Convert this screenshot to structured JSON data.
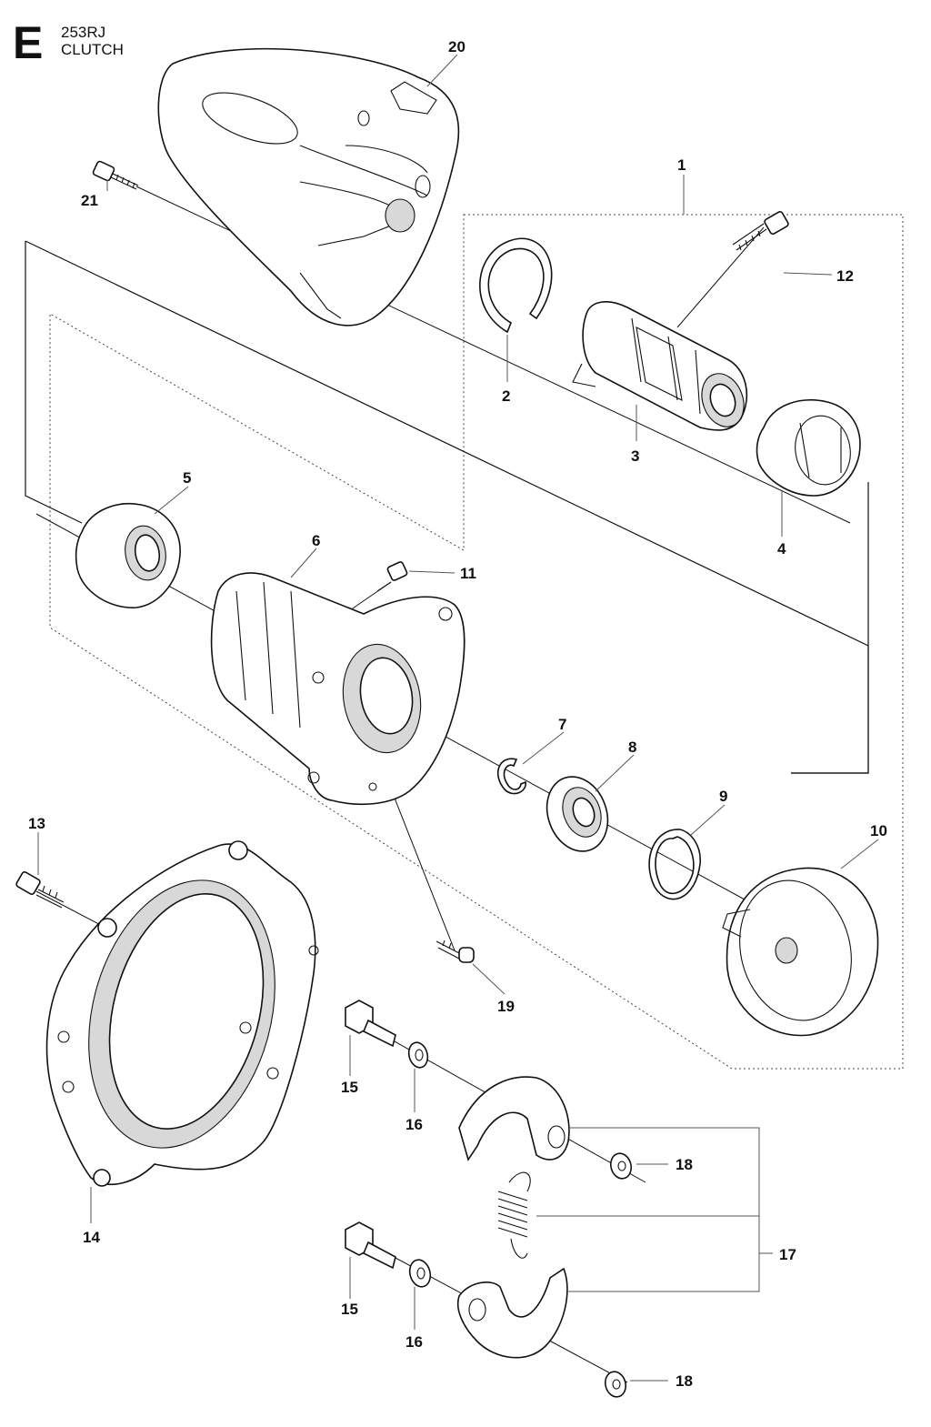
{
  "header": {
    "section_letter": "E",
    "model": "253RJ",
    "title": "CLUTCH"
  },
  "callouts": [
    {
      "name": "callout-1",
      "label": "1"
    },
    {
      "name": "callout-2",
      "label": "2"
    },
    {
      "name": "callout-3",
      "label": "3"
    },
    {
      "name": "callout-4",
      "label": "4"
    },
    {
      "name": "callout-5",
      "label": "5"
    },
    {
      "name": "callout-6",
      "label": "6"
    },
    {
      "name": "callout-7",
      "label": "7"
    },
    {
      "name": "callout-8",
      "label": "8"
    },
    {
      "name": "callout-9",
      "label": "9"
    },
    {
      "name": "callout-10",
      "label": "10"
    },
    {
      "name": "callout-11",
      "label": "11"
    },
    {
      "name": "callout-12",
      "label": "12"
    },
    {
      "name": "callout-13",
      "label": "13"
    },
    {
      "name": "callout-14",
      "label": "14"
    },
    {
      "name": "callout-15a",
      "label": "15"
    },
    {
      "name": "callout-15b",
      "label": "15"
    },
    {
      "name": "callout-16a",
      "label": "16"
    },
    {
      "name": "callout-16b",
      "label": "16"
    },
    {
      "name": "callout-17",
      "label": "17"
    },
    {
      "name": "callout-18a",
      "label": "18"
    },
    {
      "name": "callout-18b",
      "label": "18"
    },
    {
      "name": "callout-19",
      "label": "19"
    },
    {
      "name": "callout-20",
      "label": "20"
    },
    {
      "name": "callout-21",
      "label": "21"
    }
  ]
}
